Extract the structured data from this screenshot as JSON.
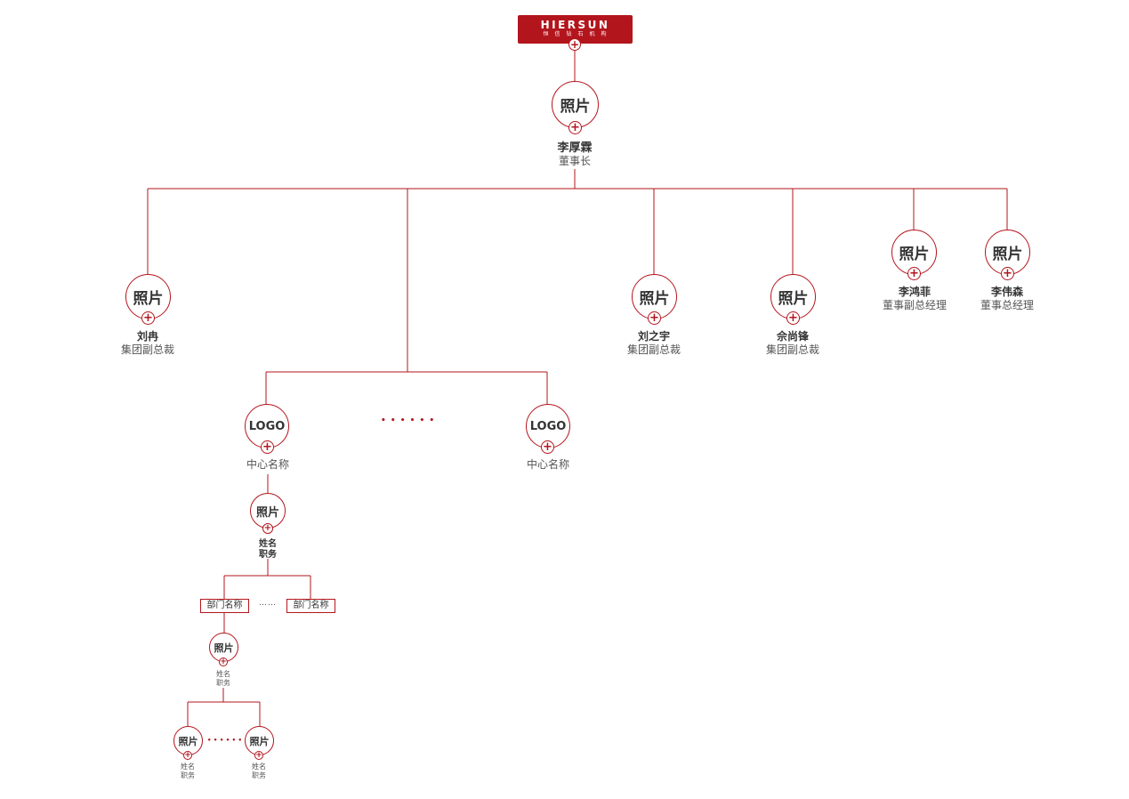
{
  "logo": {
    "brand": "HIERSUN",
    "subtitle": "恒信钻石机构"
  },
  "placeholders": {
    "photo": "照片",
    "logo": "LOGO",
    "dots": "• • • • • •",
    "small_dots": "• • • • • •",
    "dept_dots": "……"
  },
  "chairman": {
    "name": "李厚霖",
    "title": "董事长"
  },
  "executives": [
    {
      "name": "刘冉",
      "title": "集团副总裁"
    },
    {
      "name": "刘之宇",
      "title": "集团副总裁"
    },
    {
      "name": "佘尚锋",
      "title": "集团副总裁"
    },
    {
      "name": "李鸿菲",
      "title": "董事副总经理"
    },
    {
      "name": "李伟森",
      "title": "董事总经理"
    }
  ],
  "centers": [
    {
      "label": "中心名称"
    },
    {
      "label": "中心名称"
    }
  ],
  "center_head": {
    "name": "姓名",
    "title": "职务"
  },
  "departments": [
    {
      "label": "部门名称"
    },
    {
      "label": "部门名称"
    }
  ],
  "dept_head": {
    "name": "姓名",
    "title": "职务"
  },
  "staff": [
    {
      "name": "姓名",
      "title": "职务"
    },
    {
      "name": "姓名",
      "title": "职务"
    }
  ],
  "colors": {
    "accent": "#b3151d",
    "text": "#333333"
  }
}
